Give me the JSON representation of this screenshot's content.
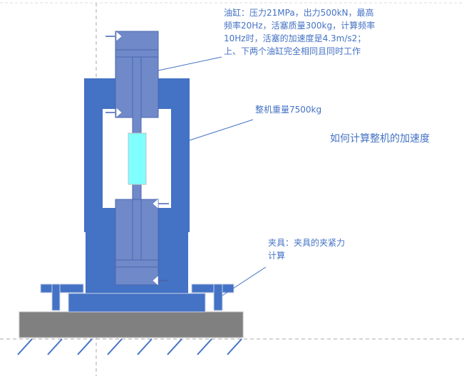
{
  "colors": {
    "frame": "#4472C4",
    "cylinder": "#7089C9",
    "specimen": "#80FFFF",
    "ground": "#808080",
    "text": "#4472C4"
  },
  "annotations": {
    "cylinder_note": "油缸：压力21MPa，出力500kN，最高频率20Hz，活塞质量300kg，计算频率10Hz时，活塞的加速度是4.3m/s2；上、下两个油缸完全相同且同时工作",
    "machine_weight": "整机重量7500kg",
    "question": "如何计算整机的加速度",
    "clamp_note": "夹具：夹具的夹紧力计算"
  }
}
